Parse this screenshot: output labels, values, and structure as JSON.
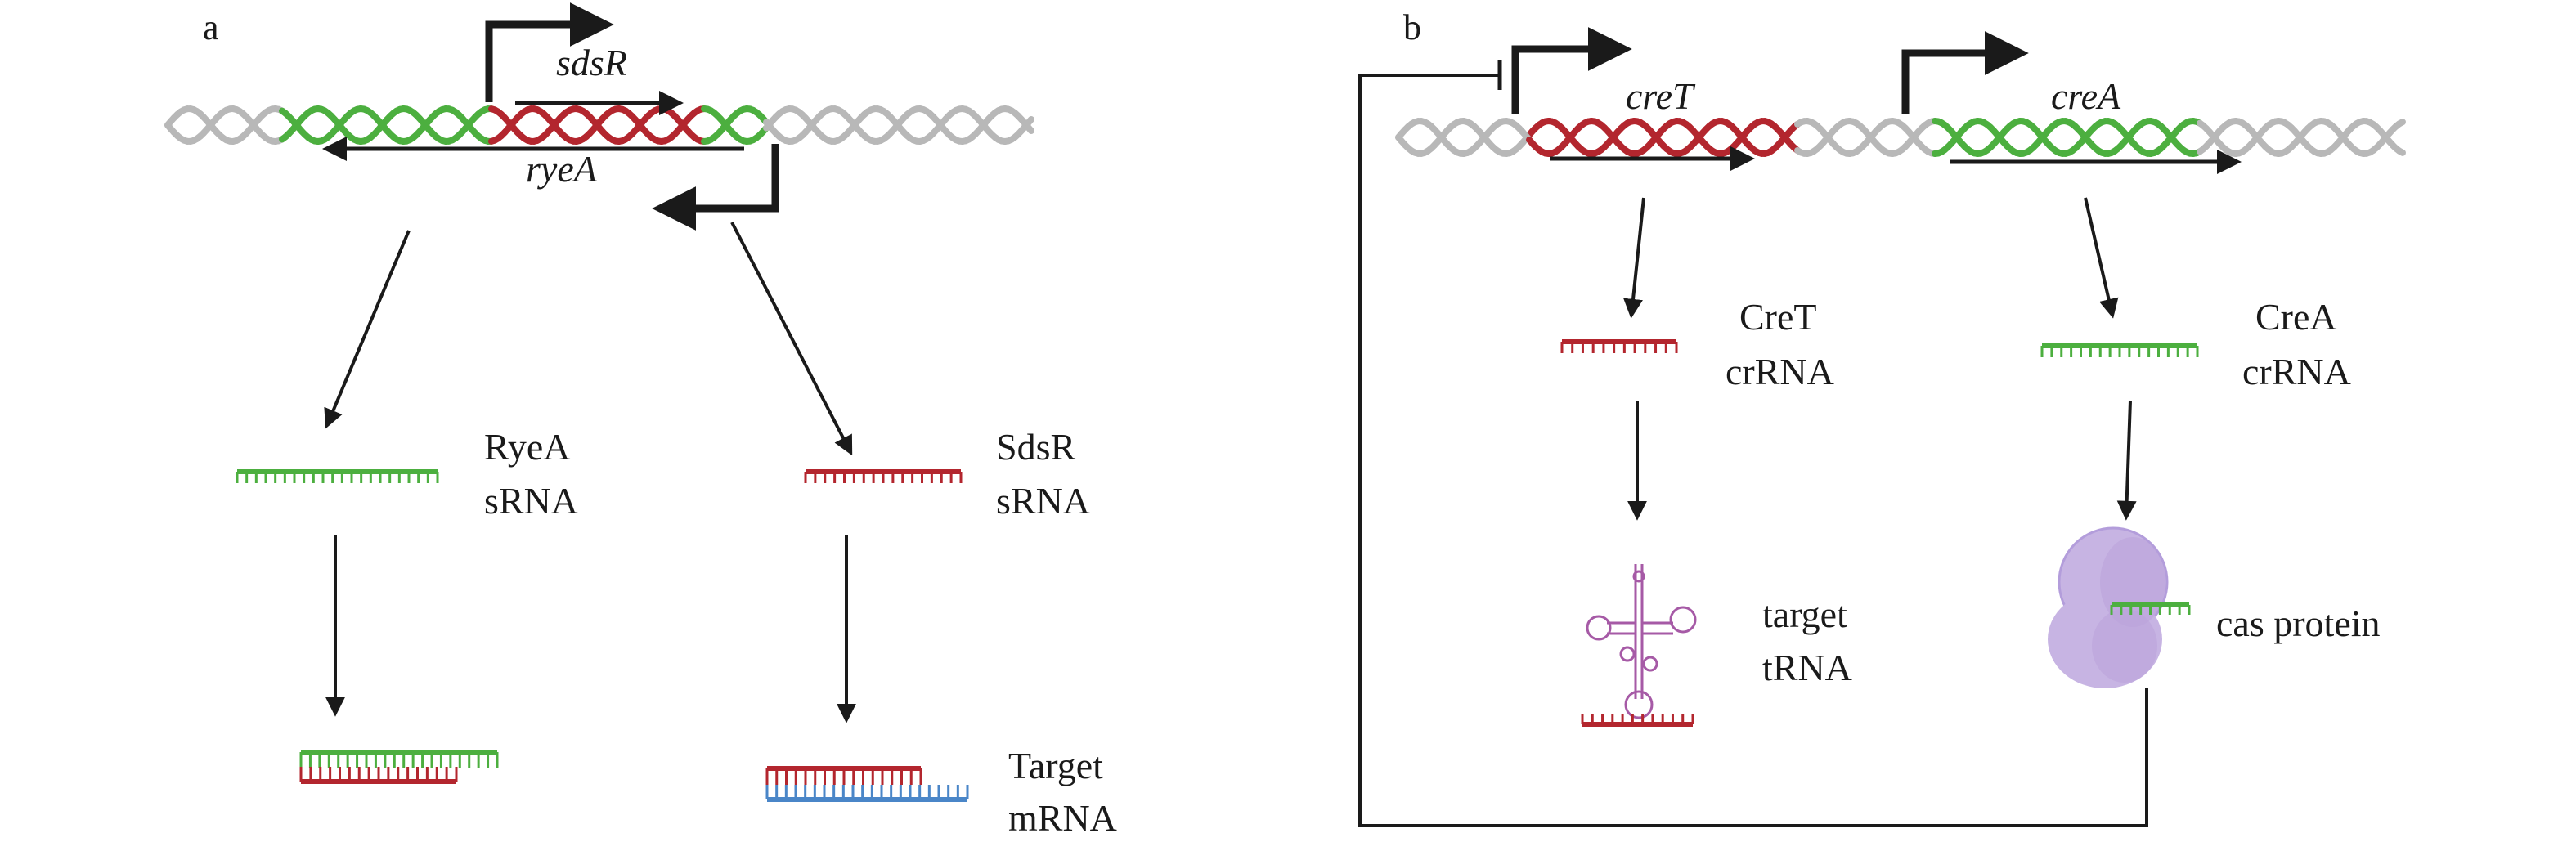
{
  "colors": {
    "dna_grey": "#b8b8b8",
    "green": "#4caf3f",
    "red": "#b3262e",
    "blue": "#4a86c8",
    "purple": "#c7b4e3",
    "purple_dark": "#9b7fc6",
    "arrow": "#1a1a1a"
  },
  "panel_a": {
    "label": "a",
    "gene_top": "sdsR",
    "gene_bottom": "ryeA",
    "left_product_line1": "RyeA",
    "left_product_line2": "sRNA",
    "right_product_line1": "SdsR",
    "right_product_line2": "sRNA",
    "target_line1": "Target",
    "target_line2": "mRNA"
  },
  "panel_b": {
    "label": "b",
    "gene_left": "creT",
    "gene_right": "creA",
    "left_product_line1": "CreT",
    "left_product_line2": "crRNA",
    "right_product_line1": "CreA",
    "right_product_line2": "crRNA",
    "trna_line1": "target",
    "trna_line2": "tRNA",
    "cas_label": "cas protein"
  }
}
